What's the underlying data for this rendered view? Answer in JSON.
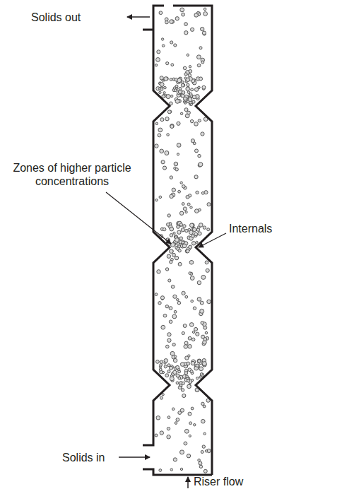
{
  "diagram": {
    "labels": [
      "Solids out",
      "Zones of higher particle concentrations",
      "Internals",
      "Solids in",
      "Riser flow"
    ]
  }
}
